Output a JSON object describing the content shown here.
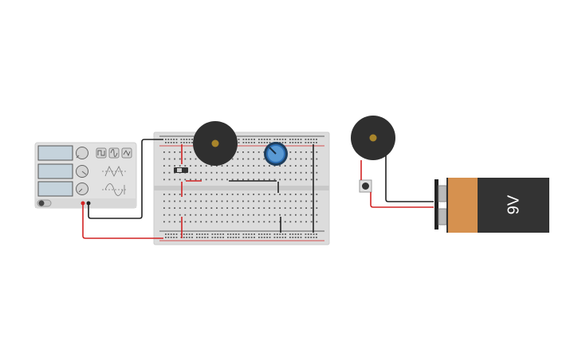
{
  "workspace": {
    "background": "#ffffff"
  },
  "function_generator": {
    "body_color": "#e2e2e2",
    "display_color": "#c5d3dc",
    "knob_color": "#d4d4d4",
    "waveform_icons": [
      "square-wave-icon",
      "sine-wave-icon",
      "triangle-wave-icon"
    ],
    "terminals": [
      "ground-terminal",
      "positive-terminal"
    ]
  },
  "breadboard": {
    "body_color": "#dcdcdc",
    "rail_red": "#d22323",
    "rail_black": "#333333"
  },
  "components": {
    "buzzer_color": "#2f2f2f",
    "buzzer_center_color": "#a8852b",
    "potentiometer_color": "#2d6fb5",
    "pushbutton_color": "#555555"
  },
  "battery": {
    "label": "9V",
    "body_color": "#333333",
    "band_color": "#d6914f"
  },
  "wires": {
    "red": "#d22323",
    "black": "#222222"
  }
}
